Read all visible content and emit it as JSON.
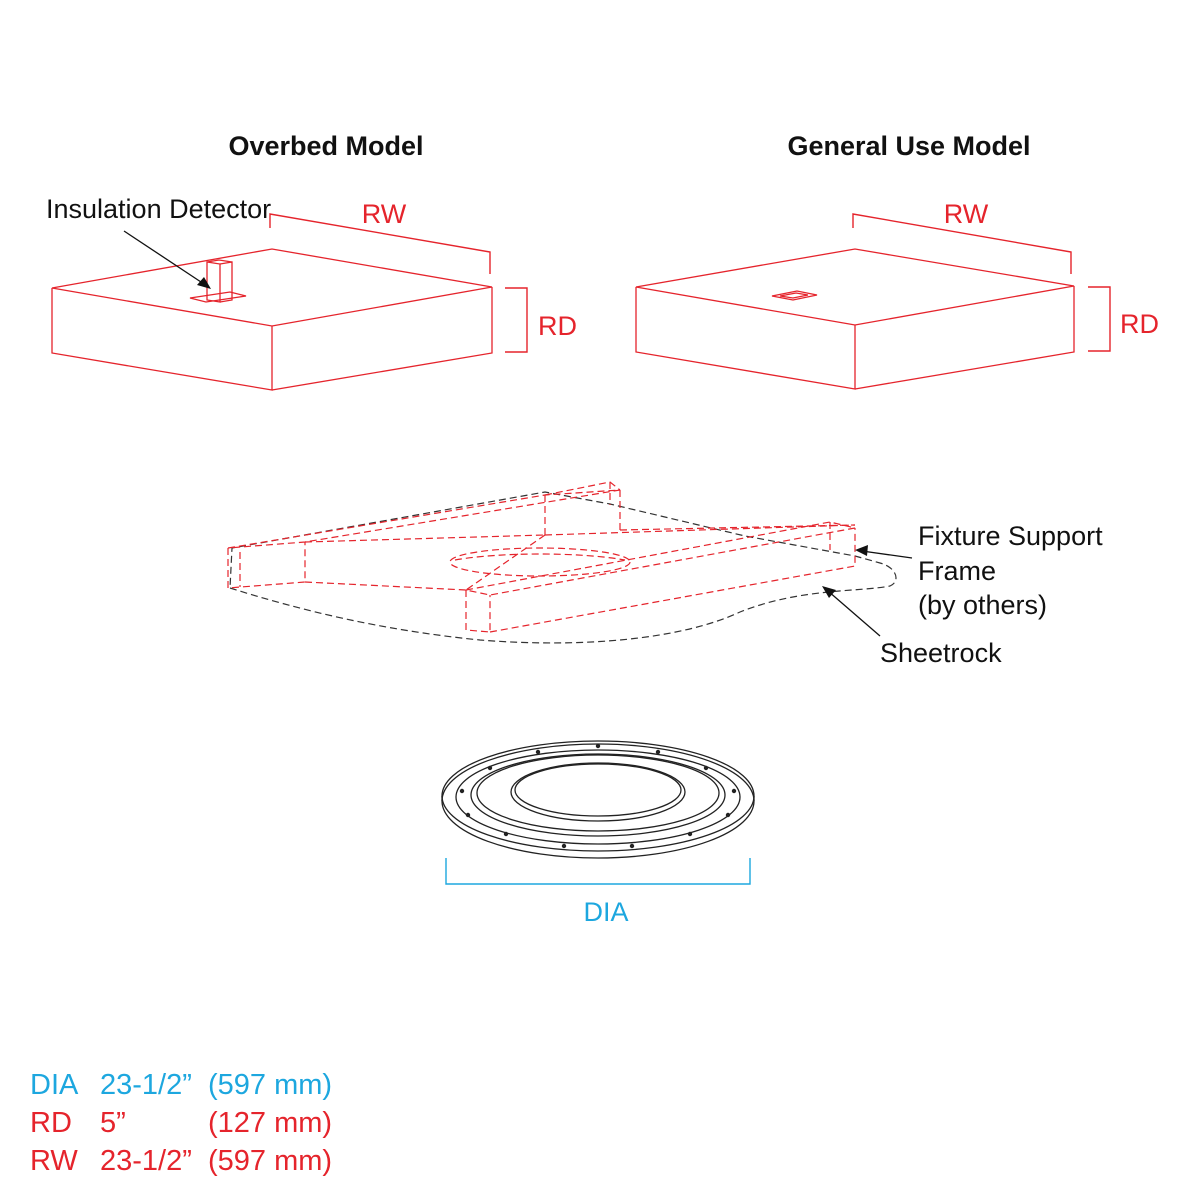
{
  "colors": {
    "red": "#e5242c",
    "blue": "#1da7df",
    "ink": "#111111"
  },
  "models": {
    "overbed": {
      "title": "Overbed Model",
      "width_label": "RW",
      "depth_label": "RD",
      "detector_label": "Insulation Detector"
    },
    "general": {
      "title": "General Use Model",
      "width_label": "RW",
      "depth_label": "RD"
    }
  },
  "installation": {
    "frame_label_1": "Fixture Support",
    "frame_label_2": "Frame",
    "frame_label_3": "(by others)",
    "sheetrock_label": "Sheetrock"
  },
  "trim": {
    "dia_label": "DIA"
  },
  "specs": [
    {
      "code": "DIA",
      "inches": "23-1/2”",
      "mm": "(597 mm)",
      "color": "#1da7df"
    },
    {
      "code": "RD",
      "inches": "5”",
      "mm": "(127 mm)",
      "color": "#e5242c"
    },
    {
      "code": "RW",
      "inches": "23-1/2”",
      "mm": "(597 mm)",
      "color": "#e5242c"
    }
  ]
}
